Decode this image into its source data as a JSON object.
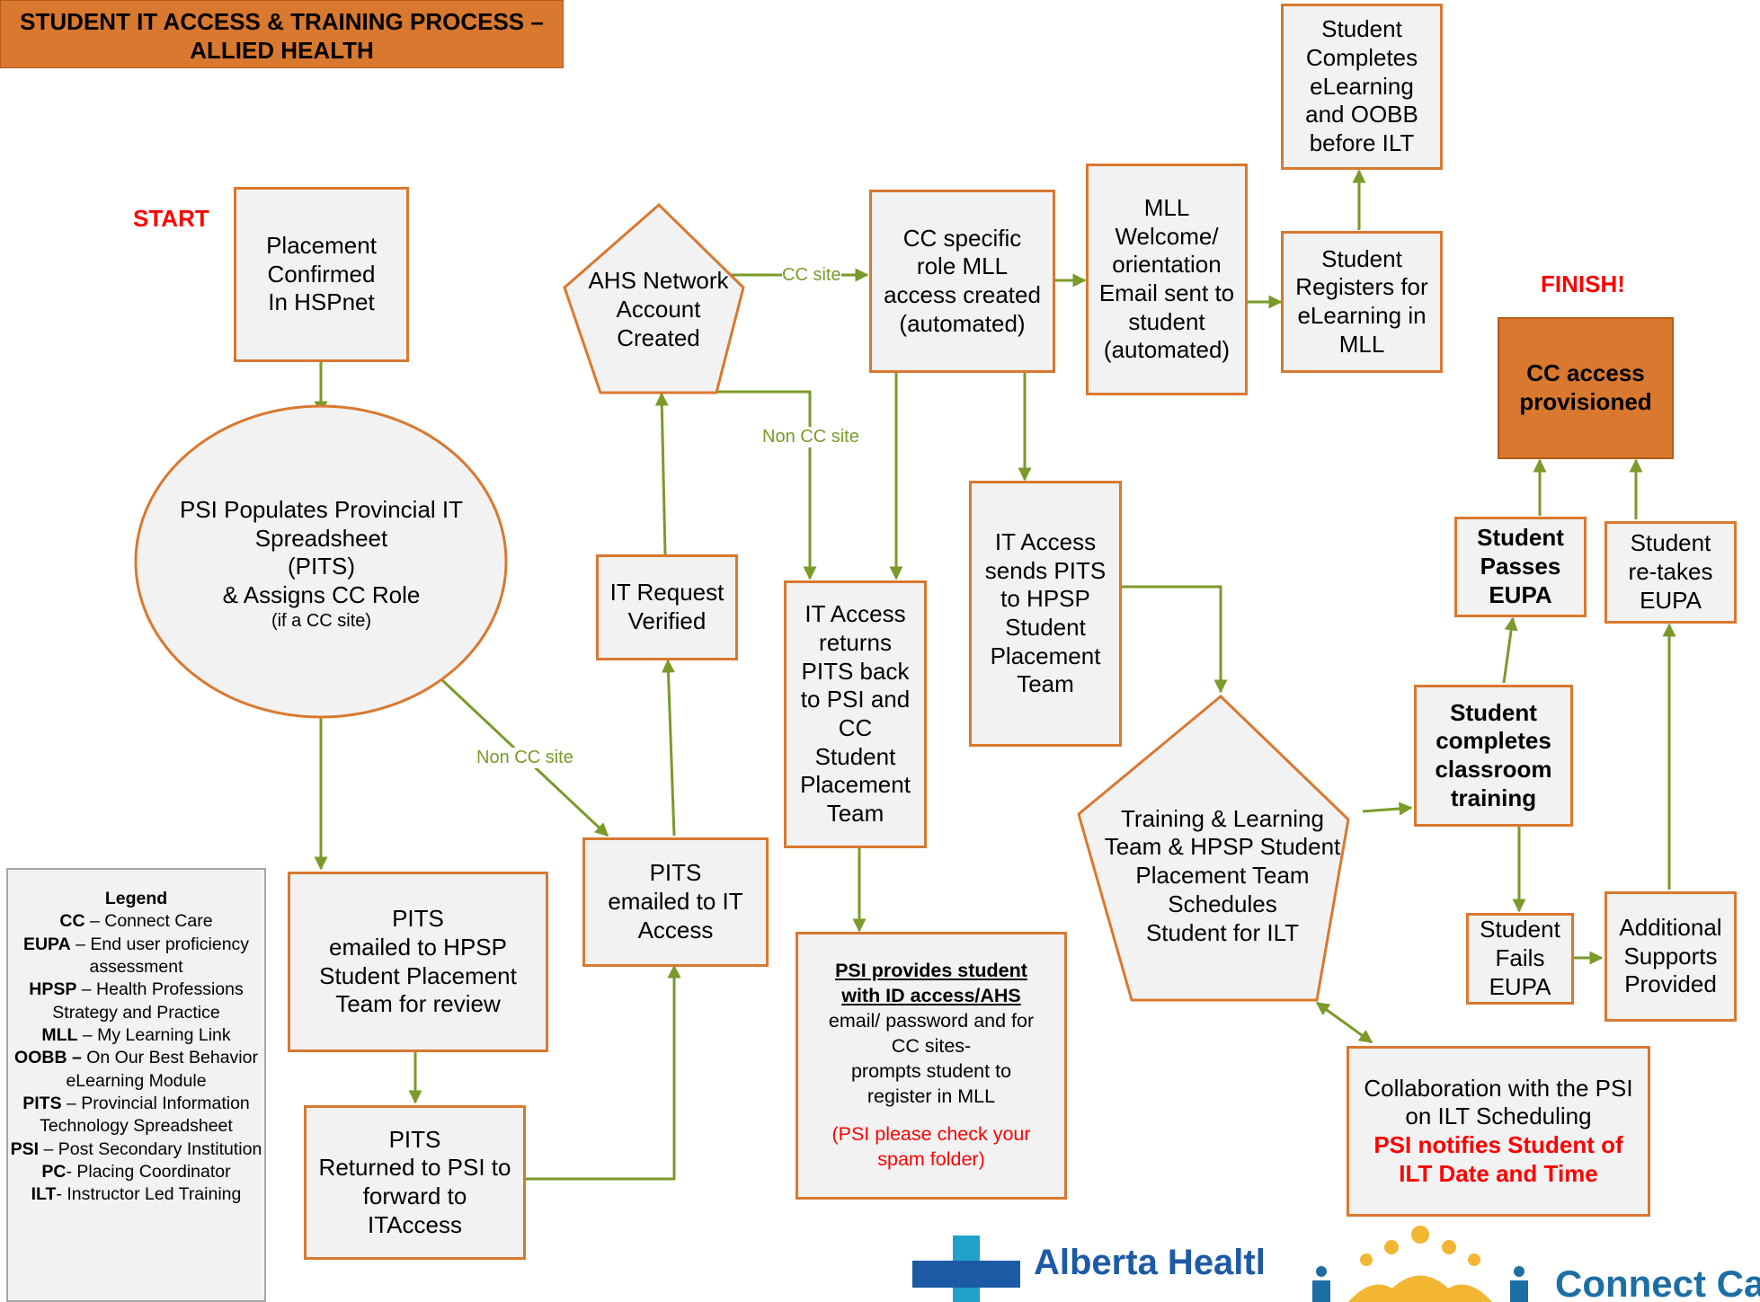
{
  "title": {
    "line1": "STUDENT IT ACCESS & TRAINING PROCESS –",
    "line2": "ALLIED HEALTH"
  },
  "labels": {
    "start": "START",
    "finish": "FINISH!"
  },
  "nodes": {
    "placement": [
      "Placement",
      "Confirmed",
      "In HSPnet"
    ],
    "psi_populates": [
      "PSI  Populates Provincial IT",
      "Spreadsheet",
      "(PITS)",
      "& Assigns CC Role"
    ],
    "psi_populates_note": "(if a CC site)",
    "pits_hpsp": [
      "PITS",
      "emailed to HPSP",
      "Student Placement",
      "Team  for review"
    ],
    "pits_returned": [
      "PITS",
      "Returned to PSI to",
      "forward to",
      "ITAccess"
    ],
    "pits_it_access": [
      "PITS",
      "emailed to IT",
      "Access"
    ],
    "it_request": [
      "IT Request",
      "Verified"
    ],
    "ahs_network": [
      "AHS Network",
      "Account",
      "Created"
    ],
    "it_returns": [
      "IT Access",
      "returns",
      "PITS back",
      "to PSI and",
      "CC",
      "Student",
      "Placement",
      "Team"
    ],
    "psi_provides_title": [
      "PSI provides student",
      "with ID access/AHS"
    ],
    "psi_provides_body": [
      "email/ password and for",
      "CC sites-",
      "prompts student to",
      "register in MLL"
    ],
    "psi_provides_note": [
      "(PSI please check your",
      "spam folder)"
    ],
    "cc_mll": [
      "CC specific",
      "role MLL",
      "access created",
      "(automated)"
    ],
    "mll_welcome": [
      "MLL",
      "Welcome/",
      "orientation",
      "Email sent to",
      "student",
      "(automated)"
    ],
    "student_registers": [
      "Student",
      "Registers for",
      "eLearning in",
      "MLL"
    ],
    "student_completes_elearning": [
      "Student",
      "Completes",
      "eLearning",
      "and OOBB",
      "before ILT"
    ],
    "it_sends_pits": [
      "IT Access",
      "sends PITS",
      "to HPSP",
      "Student",
      "Placement",
      "Team"
    ],
    "training_schedules": [
      "Training & Learning",
      "Team & HPSP Student",
      "Placement Team",
      "Schedules",
      "Student for ILT"
    ],
    "collaboration": [
      "Collaboration with the PSI",
      "on ILT Scheduling"
    ],
    "collaboration_alert": [
      "PSI notifies Student of",
      "ILT Date and Time"
    ],
    "classroom": [
      "Student",
      "completes",
      "classroom",
      "training"
    ],
    "passes": [
      "Student",
      "Passes",
      "EUPA"
    ],
    "fails": [
      "Student",
      "Fails",
      "EUPA"
    ],
    "additional": [
      "Additional",
      "Supports",
      "Provided"
    ],
    "retakes": [
      "Student",
      "re-takes",
      "EUPA"
    ],
    "cc_access": [
      "CC access",
      "provisioned"
    ]
  },
  "edge_labels": {
    "cc_site": "CC site",
    "non_cc_site_1": "Non CC site",
    "non_cc_site_2": "Non CC site"
  },
  "legend": {
    "title": "Legend",
    "entries": [
      {
        "term": "CC",
        "desc": " – Connect Care"
      },
      {
        "term": "EUPA",
        "desc": " – End user proficiency assessment"
      },
      {
        "term": "HPSP",
        "desc": " – Health Professions Strategy and Practice"
      },
      {
        "term": "MLL",
        "desc": " – My Learning Link"
      },
      {
        "term": "OOBB –",
        "desc": " On Our Best Behavior eLearning Module"
      },
      {
        "term": "PITS",
        "desc": " – Provincial Information Technology Spreadsheet"
      },
      {
        "term": "PSI",
        "desc": " – Post Secondary Institution"
      },
      {
        "term": "PC",
        "desc": "- Placing Coordinator"
      },
      {
        "term": "ILT",
        "desc": "- Instructor Led Training"
      }
    ]
  },
  "logos": {
    "ahs": "Alberta Health",
    "cc": "Connect Care"
  },
  "colors": {
    "orange": "#d9782f",
    "box_fill": "#f2f2f2",
    "arrow": "#7a9a2a",
    "red": "#ff0000",
    "ahs_blue": "#1d5aa6",
    "cc_yellow": "#f2b632"
  }
}
